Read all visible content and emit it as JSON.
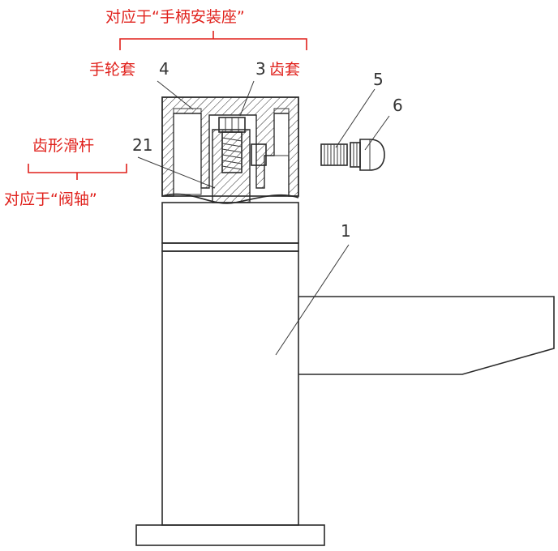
{
  "annotations": {
    "top_correspondence": "对应于“手柄安装座”",
    "handwheel_sleeve": "手轮套",
    "gear_sleeve": "齿套",
    "toothed_slide_rod": "齿形滑杆",
    "bottom_correspondence": "对应于“阀轴”"
  },
  "part_numbers": {
    "p1": "1",
    "p3": "3",
    "p4": "4",
    "p5": "5",
    "p6": "6",
    "p21": "21"
  },
  "colors": {
    "annotation_red": "#e0211c",
    "line_black": "#2a2a2a"
  }
}
